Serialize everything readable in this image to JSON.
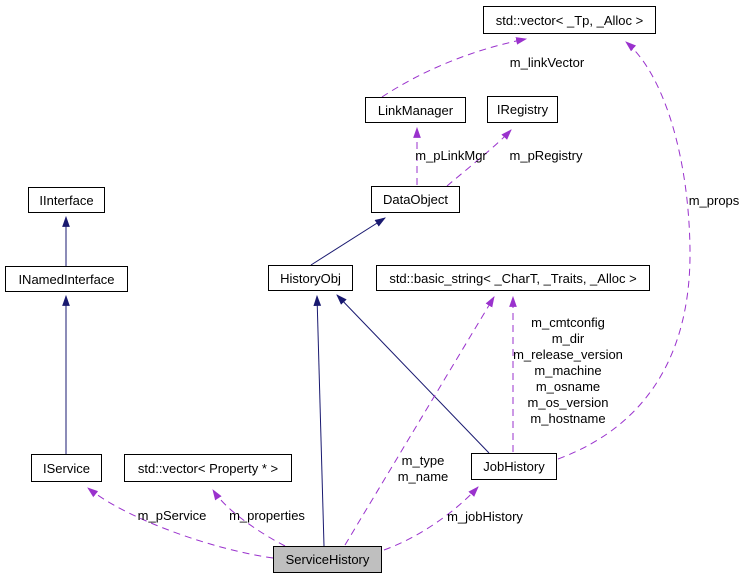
{
  "nodes": {
    "vector_tp": {
      "label": "std::vector< _Tp, _Alloc >"
    },
    "link_manager": {
      "label": "LinkManager"
    },
    "iregistry": {
      "label": "IRegistry"
    },
    "iinterface": {
      "label": "IInterface"
    },
    "data_object": {
      "label": "DataObject"
    },
    "inamed_interface": {
      "label": "INamedInterface"
    },
    "history_obj": {
      "label": "HistoryObj"
    },
    "basic_string": {
      "label": "std::basic_string< _CharT, _Traits, _Alloc >"
    },
    "iservice": {
      "label": "IService"
    },
    "vector_property": {
      "label": "std::vector< Property * >"
    },
    "job_history": {
      "label": "JobHistory"
    },
    "service_history": {
      "label": "ServiceHistory"
    }
  },
  "edge_labels": {
    "m_linkVector": "m_linkVector",
    "m_pLinkMgr": "m_pLinkMgr",
    "m_pRegistry": "m_pRegistry",
    "m_props": "m_props",
    "job_to_basic_string": {
      "lines": [
        "m_cmtconfig",
        "m_dir",
        "m_release_version",
        "m_machine",
        "m_osname",
        "m_os_version",
        "m_hostname"
      ]
    },
    "service_to_basic_string": {
      "lines": [
        "m_type",
        "m_name"
      ]
    },
    "m_pService": "m_pService",
    "m_properties": "m_properties",
    "m_jobHistory": "m_jobHistory"
  },
  "colors": {
    "inheritance_edge": "#191970",
    "usage_edge": "#9a32cd",
    "node_border": "#000000",
    "node_fill": "#ffffff",
    "focus_node_fill": "#bfbfbf",
    "text": "#000000",
    "background": "#ffffff"
  }
}
